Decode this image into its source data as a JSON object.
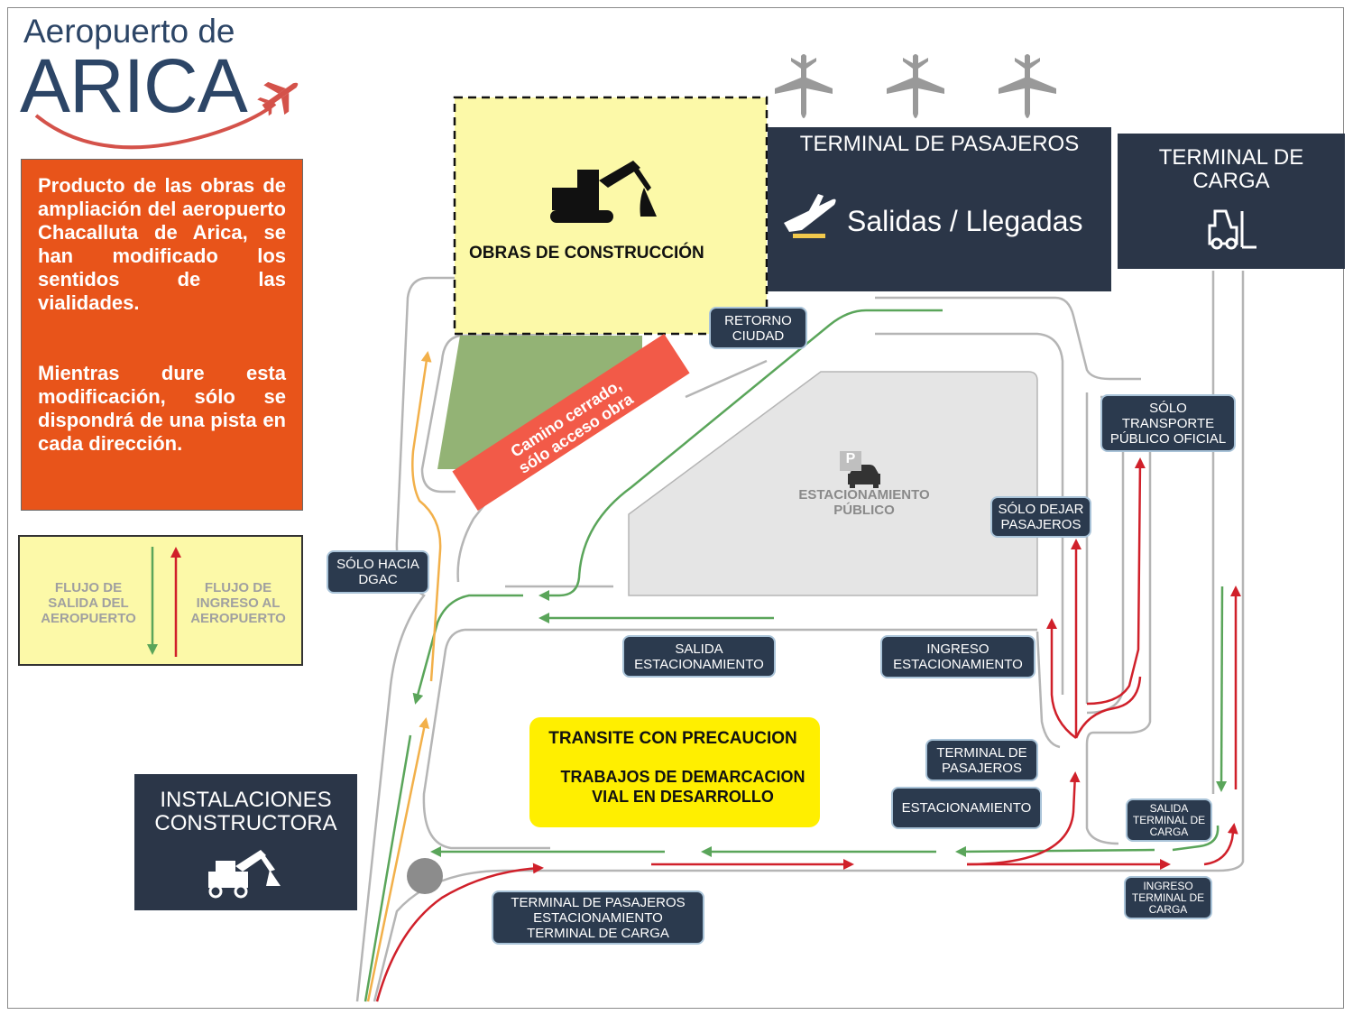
{
  "logo": {
    "line1": "Aeropuerto de",
    "line2": "ARICA"
  },
  "notice": {
    "paragraph1": "Producto de las obras de ampliación del aeropuerto Chacalluta de Arica, se han modificado los sentidos de las vialidades.",
    "paragraph2": "Mientras dure esta modificación, sólo se dispondrá de una pista en cada dirección."
  },
  "legend": {
    "exit_flow": "FLUJO DE\nSALIDA DEL\nAEROPUERTO",
    "entry_flow": "FLUJO DE\nINGRESO AL\nAEROPUERTO",
    "exit_color": "#5aa55a",
    "entry_color": "#d0202a"
  },
  "construction_zone": {
    "label": "OBRAS DE CONSTRUCCIÓN",
    "icon": "excavator-icon"
  },
  "closed_road": {
    "line1": "Camino  cerrado,",
    "line2": "sólo acceso obra"
  },
  "passenger_terminal": {
    "title": "TERMINAL DE PASAJEROS",
    "subtitle": "Salidas / Llegadas",
    "icon": "plane-landing-icon"
  },
  "cargo_terminal": {
    "title": "TERMINAL DE\nCARGA",
    "icon": "forklift-icon"
  },
  "contractor": {
    "title": "INSTALACIONES\nCONSTRUCTORA",
    "icon": "excavator-truck-icon"
  },
  "parking": {
    "label": "ESTACIONAMIENTO\nPÚBLICO",
    "badge": "P",
    "icon": "car-icon"
  },
  "caution": {
    "line1": "TRANSITE CON PRECAUCION",
    "line2": "TRABAJOS DE DEMARCACION\nVIAL EN DESARROLLO"
  },
  "signs": {
    "retorno": "RETORNO\nCIUDAD",
    "solo_transporte": "SÓLO\nTRANSPORTE\nPÚBLICO OFICIAL",
    "solo_dejar": "SÓLO DEJAR\nPASAJEROS",
    "solo_dgac": "SÓLO HACIA\nDGAC",
    "salida_estac": "SALIDA\nESTACIONAMIENTO",
    "ingreso_estac": "INGRESO\nESTACIONAMIENTO",
    "terminal_pasajeros": "TERMINAL DE\nPASAJEROS",
    "estacionamiento": "ESTACIONAMIENTO",
    "salida_carga": "SALIDA\nTERMINAL DE\nCARGA",
    "ingreso_carga": "INGRESO\nTERMINAL DE\nCARGA",
    "bottom_destinations": "TERMINAL DE PASAJEROS\nESTACIONAMIENTO\nTERMINAL DE CARGA"
  },
  "colors": {
    "navy": "#2b3648",
    "orange": "#e8541a",
    "yellow": "#ffef00",
    "light_yellow": "#fcf9a8",
    "green_area": "#93b375",
    "closed_red": "#f25a48",
    "orange_path": "#f2b04a"
  }
}
